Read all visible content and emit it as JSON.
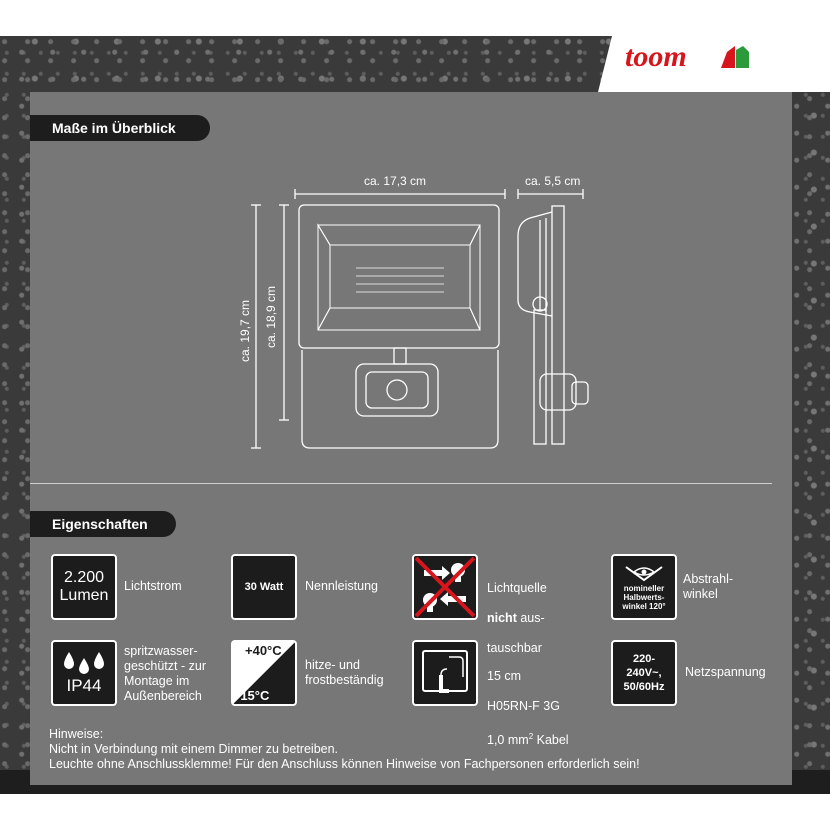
{
  "brand": {
    "name": "toom",
    "red": "#d6161c",
    "green": "#2a9a3a"
  },
  "sections": {
    "measurements_title": "Maße im Überblick",
    "properties_title": "Eigenschaften"
  },
  "dimensions": {
    "width": "ca. 17,3 cm",
    "depth": "ca. 5,5 cm",
    "height_total": "ca. 19,7 cm",
    "height_body": "ca. 18,9 cm"
  },
  "features": [
    {
      "icon": "lumen-icon",
      "icon_text_1": "2.200",
      "icon_text_2": "Lumen",
      "label": "Lichtstrom"
    },
    {
      "icon": "watt-icon",
      "icon_text": "30 Watt",
      "label": "Nennleistung"
    },
    {
      "icon": "light-source-icon",
      "label_1": "Lichtquelle",
      "label_2_bold": "nicht",
      "label_2": " aus-",
      "label_3": "tauschbar"
    },
    {
      "icon": "beam-angle-icon",
      "icon_text_1": "nomineller",
      "icon_text_2": "Halbwerts-",
      "icon_text_3": "winkel 120°",
      "label": "Abstrahl-\nwinkel"
    },
    {
      "icon": "ip44-icon",
      "icon_text": "IP44",
      "label": "spritzwasser-\ngeschützt - zur\nMontage im\nAußenbereich"
    },
    {
      "icon": "temperature-icon",
      "icon_text_hot": "+40°C",
      "icon_text_cold": "-15°C",
      "label": "hitze- und\nfrostbeständig"
    },
    {
      "icon": "cable-icon",
      "label_1": "15 cm",
      "label_2": "H05RN-F 3G",
      "label_3": "1,0 mm",
      "label_3_sup": "2",
      "label_3_end": " Kabel"
    },
    {
      "icon": "voltage-icon",
      "icon_text_1": "220-",
      "icon_text_2": "240V~,",
      "icon_text_3": "50/60Hz",
      "label": "Netzspannung"
    }
  ],
  "notes": {
    "title": "Hinweise:",
    "line1": "Nicht in Verbindung mit einem Dimmer zu betreiben.",
    "line2": "Leuchte ohne Anschlussklemme! Für den Anschluss können Hinweise von Fachpersonen erforderlich sein!"
  }
}
